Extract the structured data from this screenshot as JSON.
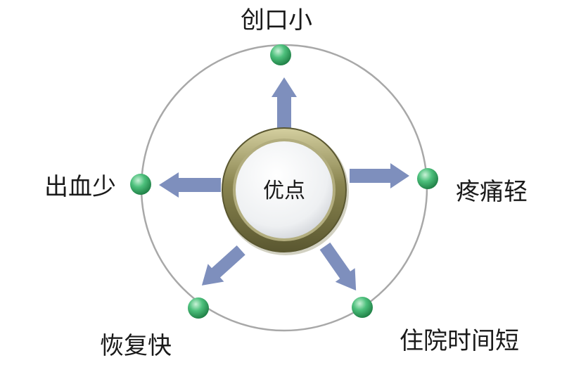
{
  "center": {
    "label": "优点"
  },
  "nodes": [
    {
      "id": "top",
      "label": "创口小"
    },
    {
      "id": "right",
      "label": "疼痛轻"
    },
    {
      "id": "bottom-right",
      "label": "住院时间短"
    },
    {
      "id": "bottom-left",
      "label": "恢复快"
    },
    {
      "id": "left",
      "label": "出血少"
    }
  ],
  "colors": {
    "arrow": "#7e8fbd",
    "ring_outer": "#6d6a3a",
    "ring_inner": "#b2ad7e",
    "node": "#3fae6b",
    "circle": "#a8a8a8"
  }
}
